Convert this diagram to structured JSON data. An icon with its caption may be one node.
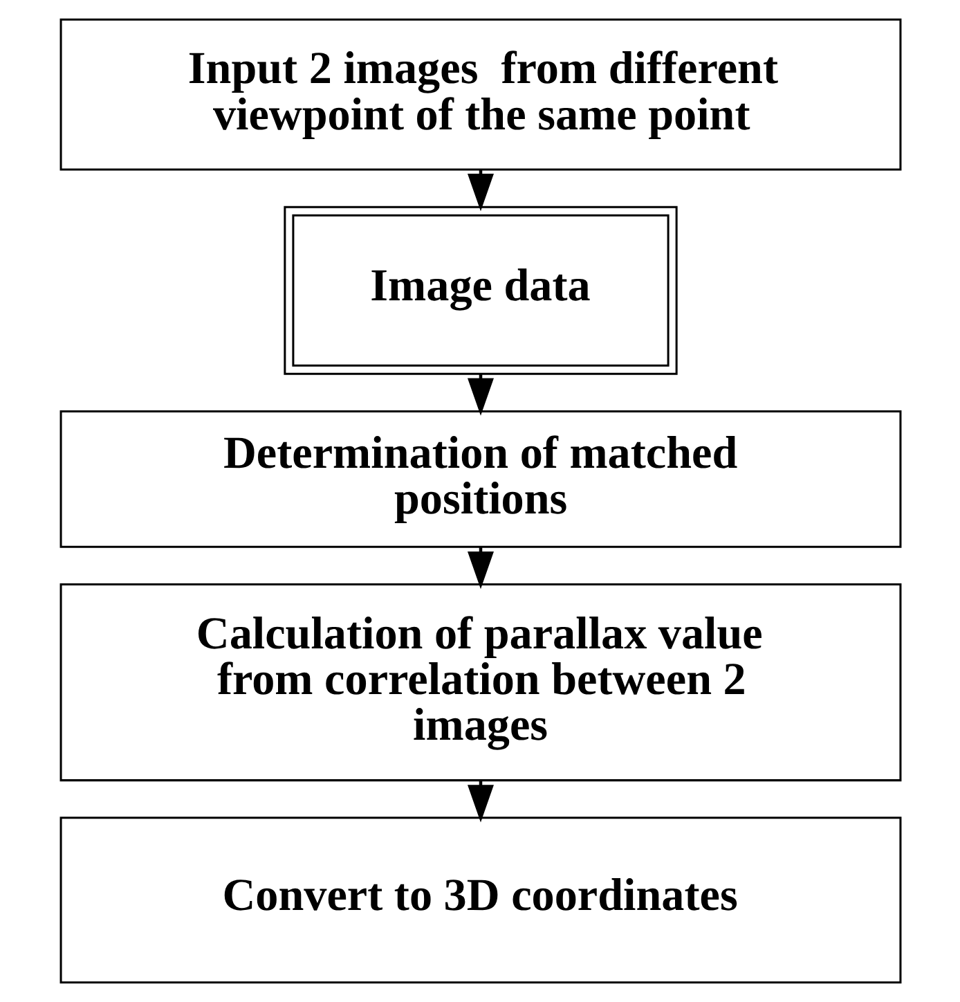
{
  "diagram": {
    "nodes": [
      {
        "text": [
          "Input 2 images  from different viewpoint of the same point"
        ]
      },
      {
        "text": [
          "Image data"
        ]
      },
      {
        "text": [
          "Determination of matched positions"
        ]
      },
      {
        "text": [
          "Calculation of parallax value from correlation between 2 images"
        ]
      },
      {
        "text": [
          "Convert to 3D coordinates"
        ]
      }
    ],
    "edges": [
      {
        "from": 0,
        "to": 1,
        "arrow": "to"
      },
      {
        "from": 1,
        "to": 2,
        "arrow": "to"
      },
      {
        "from": 2,
        "to": 3,
        "arrow": "to"
      },
      {
        "from": 3,
        "to": 4,
        "arrow": "to"
      }
    ]
  }
}
